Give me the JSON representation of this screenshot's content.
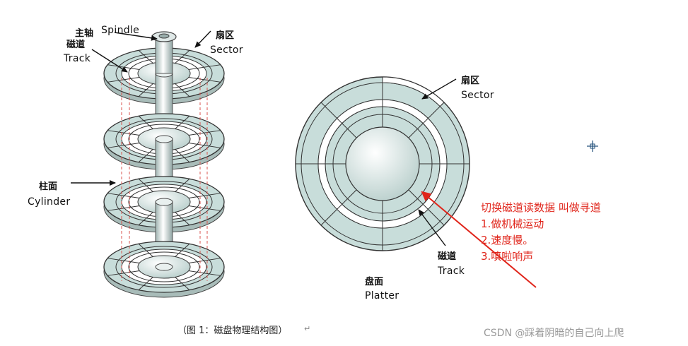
{
  "left_diagram": {
    "spindle": {
      "cn": "主轴",
      "en": "Spindle"
    },
    "track": {
      "cn": "磁道",
      "en": "Track"
    },
    "sector": {
      "cn": "扇区",
      "en": "Sector"
    },
    "cylinder": {
      "cn": "柱面",
      "en": "Cylinder"
    }
  },
  "right_diagram": {
    "sector": {
      "cn": "扇区",
      "en": "Sector"
    },
    "track": {
      "cn": "磁道",
      "en": "Track"
    },
    "platter": {
      "cn": "盘面",
      "en": "Platter"
    }
  },
  "annotation": {
    "line1": "切换磁道读数据 叫做寻道",
    "line2": "1.做机械运动",
    "line3": "2.速度慢。",
    "line4": "3.嗔啦响声"
  },
  "caption": "（图 1：磁盘物理结构图）",
  "watermark": "CSDN @踩着阴暗的自己向上爬",
  "colors": {
    "disk_fill": "#c8ddda",
    "ring_fill": "#ffffff",
    "annotation": "#e0251b",
    "cylinder_guides": "#d9534f"
  }
}
